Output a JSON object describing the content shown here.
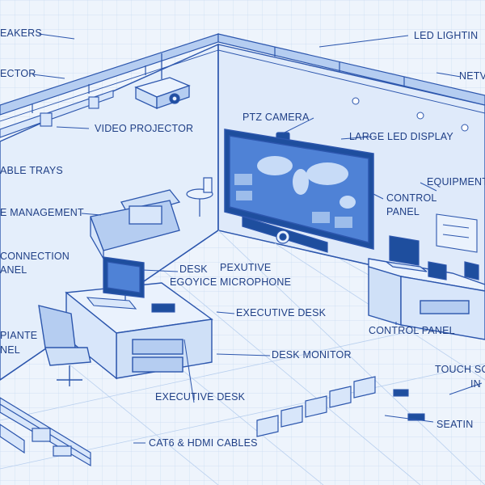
{
  "colors": {
    "paper": "#eef4fc",
    "grid": "#c9dbf2",
    "line": "#2c56ad",
    "fill_light": "#d8e6fa",
    "fill_mid": "#b5cdf1",
    "text": "#1f3f86",
    "screen": "#1e4e9e"
  },
  "labels": {
    "speakers": "EAKERS",
    "projector_left": "ECTOR",
    "video_projector": "VIDEO PROJECTOR",
    "cable_trays": "ABLE TRAYS",
    "cable_management": "E MANAGEMENT",
    "connection_panel_1": "CONNECTION",
    "connection_panel_2": "ANEL",
    "led_lighting": "LED LIGHTIN",
    "network": "NETV",
    "ptz_camera": "PTZ CAMERA",
    "large_led_display": "LARGE LED DISPLAY",
    "equipment": "EQUIPMENT",
    "control_panel_right_1": "CONTROL",
    "control_panel_right_2": "PANEL",
    "desk": "DESK",
    "executive_mic_1": "PEXUTIVE",
    "device_label": "EGOYICE",
    "executive_mic_2": "MICROPHONE",
    "executive_desk_mid": "EXECUTIVE DESK",
    "control_panel_bottom": "CONTROL PANEL",
    "plante_1": "PIANTE",
    "plante_2": "NEL",
    "desk_monitor": "DESK MONITOR",
    "touch_screen_1": "TOUCH SC",
    "touch_screen_2": "IN",
    "executive_desk_bottom": "EXECUTIVE DESK",
    "seating": "SEATIN",
    "cables": "CAT6 & HDMI CABLES"
  }
}
